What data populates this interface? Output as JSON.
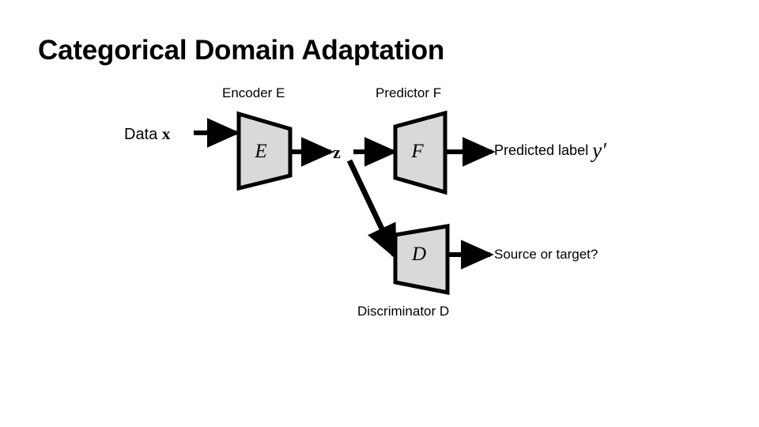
{
  "slide": {
    "title": "Categorical Domain Adaptation",
    "background_color": "#ffffff",
    "block_fill_color": "#d9d9d9",
    "stroke_color": "#000000"
  },
  "captions": {
    "encoder": "Encoder E",
    "predictor": "Predictor F",
    "discriminator": "Discriminator D"
  },
  "blocks": {
    "encoder_letter": "E",
    "predictor_letter": "F",
    "discriminator_letter": "D"
  },
  "labels": {
    "data_text": "Data",
    "data_var": "x",
    "latent_var": "z",
    "predicted_text": "Predicted label",
    "predicted_var": "y′",
    "source_or_target": "Source or target?"
  },
  "flow": {
    "edges": [
      {
        "from": "Data x",
        "to": "Encoder E"
      },
      {
        "from": "Encoder E",
        "to": "z"
      },
      {
        "from": "z",
        "to": "Predictor F"
      },
      {
        "from": "z",
        "to": "Discriminator D"
      },
      {
        "from": "Predictor F",
        "to": "Predicted label y′"
      },
      {
        "from": "Discriminator D",
        "to": "Source or target?"
      }
    ]
  }
}
